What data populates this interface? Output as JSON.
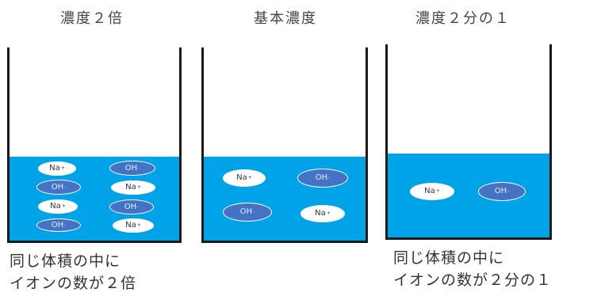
{
  "beakers": {
    "double": {
      "title": "濃度２倍",
      "caption_line1": "同じ体積の中に",
      "caption_line2": "イオンの数が２倍"
    },
    "base": {
      "title": "基本濃度"
    },
    "half": {
      "title": "濃度２分の１",
      "caption_line1": "同じ体積の中に",
      "caption_line2": "イオンの数が２分の１"
    }
  },
  "ions": {
    "na": {
      "text": "Na",
      "charge": "+"
    },
    "oh": {
      "text": "OH",
      "charge": "-"
    }
  },
  "colors": {
    "water": "#00a2e8",
    "na_ion": "#ffffff",
    "oh_ion": "#4472c4",
    "beaker_wall": "#1a1a1a"
  }
}
